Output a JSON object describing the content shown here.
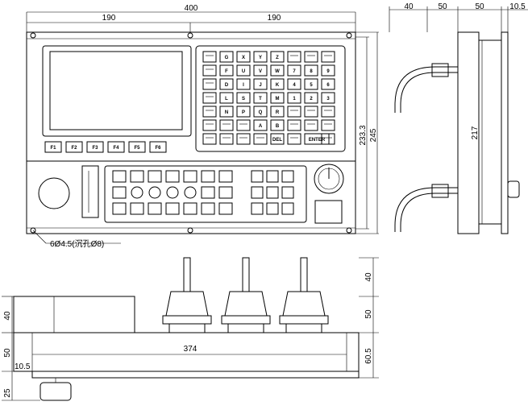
{
  "dimensions": {
    "overall_width": "400",
    "half_width_left": "190",
    "half_width_right": "190",
    "height_inner": "233.3",
    "height_outer": "245",
    "side_40": "40",
    "side_50a": "50",
    "side_50b": "50",
    "side_105": "10.5",
    "side_217": "217",
    "bottom_374": "374",
    "bottom_r40": "40",
    "bottom_r50": "50",
    "bottom_r605": "60.5",
    "bottom_l40": "40",
    "bottom_l50": "50",
    "bottom_l105": "10.5",
    "bottom_l25": "25",
    "hole_note": "6Ø4.5(沉孔Ø8)"
  },
  "function_keys": [
    "F1",
    "F2",
    "F3",
    "F4",
    "F5",
    "F6"
  ],
  "keypad": {
    "rows": [
      [
        "",
        "G",
        "X",
        "Y",
        "Z",
        "",
        "",
        ""
      ],
      [
        "",
        "F",
        "U",
        "V",
        "W",
        "7",
        "8",
        "9"
      ],
      [
        "",
        "D",
        "I",
        "J",
        "K",
        "4",
        "5",
        "6"
      ],
      [
        "",
        "L",
        "S",
        "T",
        "M",
        "1",
        "2",
        "3"
      ],
      [
        "",
        "N",
        "P",
        "Q",
        "R",
        "",
        "",
        ""
      ],
      [
        "",
        "",
        "",
        "A",
        "B",
        "",
        "",
        ""
      ],
      [
        "",
        "",
        "",
        "",
        "DEL",
        "",
        "ENTER",
        ""
      ]
    ]
  }
}
